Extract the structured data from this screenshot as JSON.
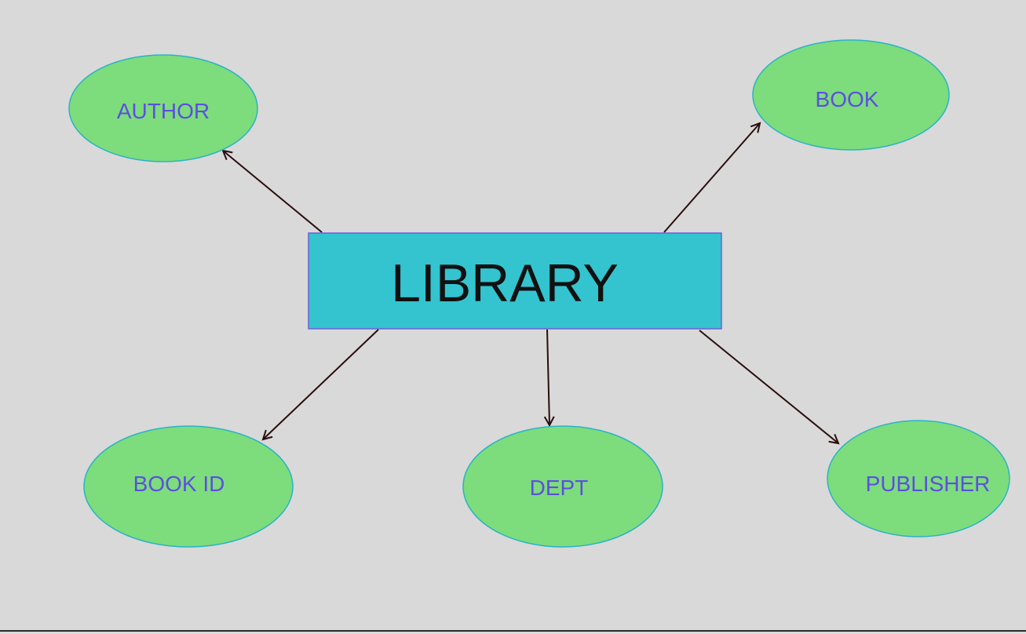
{
  "diagram": {
    "central": {
      "label": "LIBRARY",
      "fill": "#33c4cf",
      "stroke": "#6f5fd9",
      "text_color": "#111111"
    },
    "attribute_style": {
      "fill": "#7ddc7c",
      "stroke": "#2ab3c6",
      "text_color": "#5b4fe0"
    },
    "arrow_color": "#2a0d0d",
    "nodes": [
      {
        "id": "author",
        "label": "AUTHOR"
      },
      {
        "id": "book",
        "label": "BOOK"
      },
      {
        "id": "book-id",
        "label": "BOOK ID"
      },
      {
        "id": "dept",
        "label": "DEPT"
      },
      {
        "id": "publisher",
        "label": "PUBLISHER"
      }
    ]
  }
}
